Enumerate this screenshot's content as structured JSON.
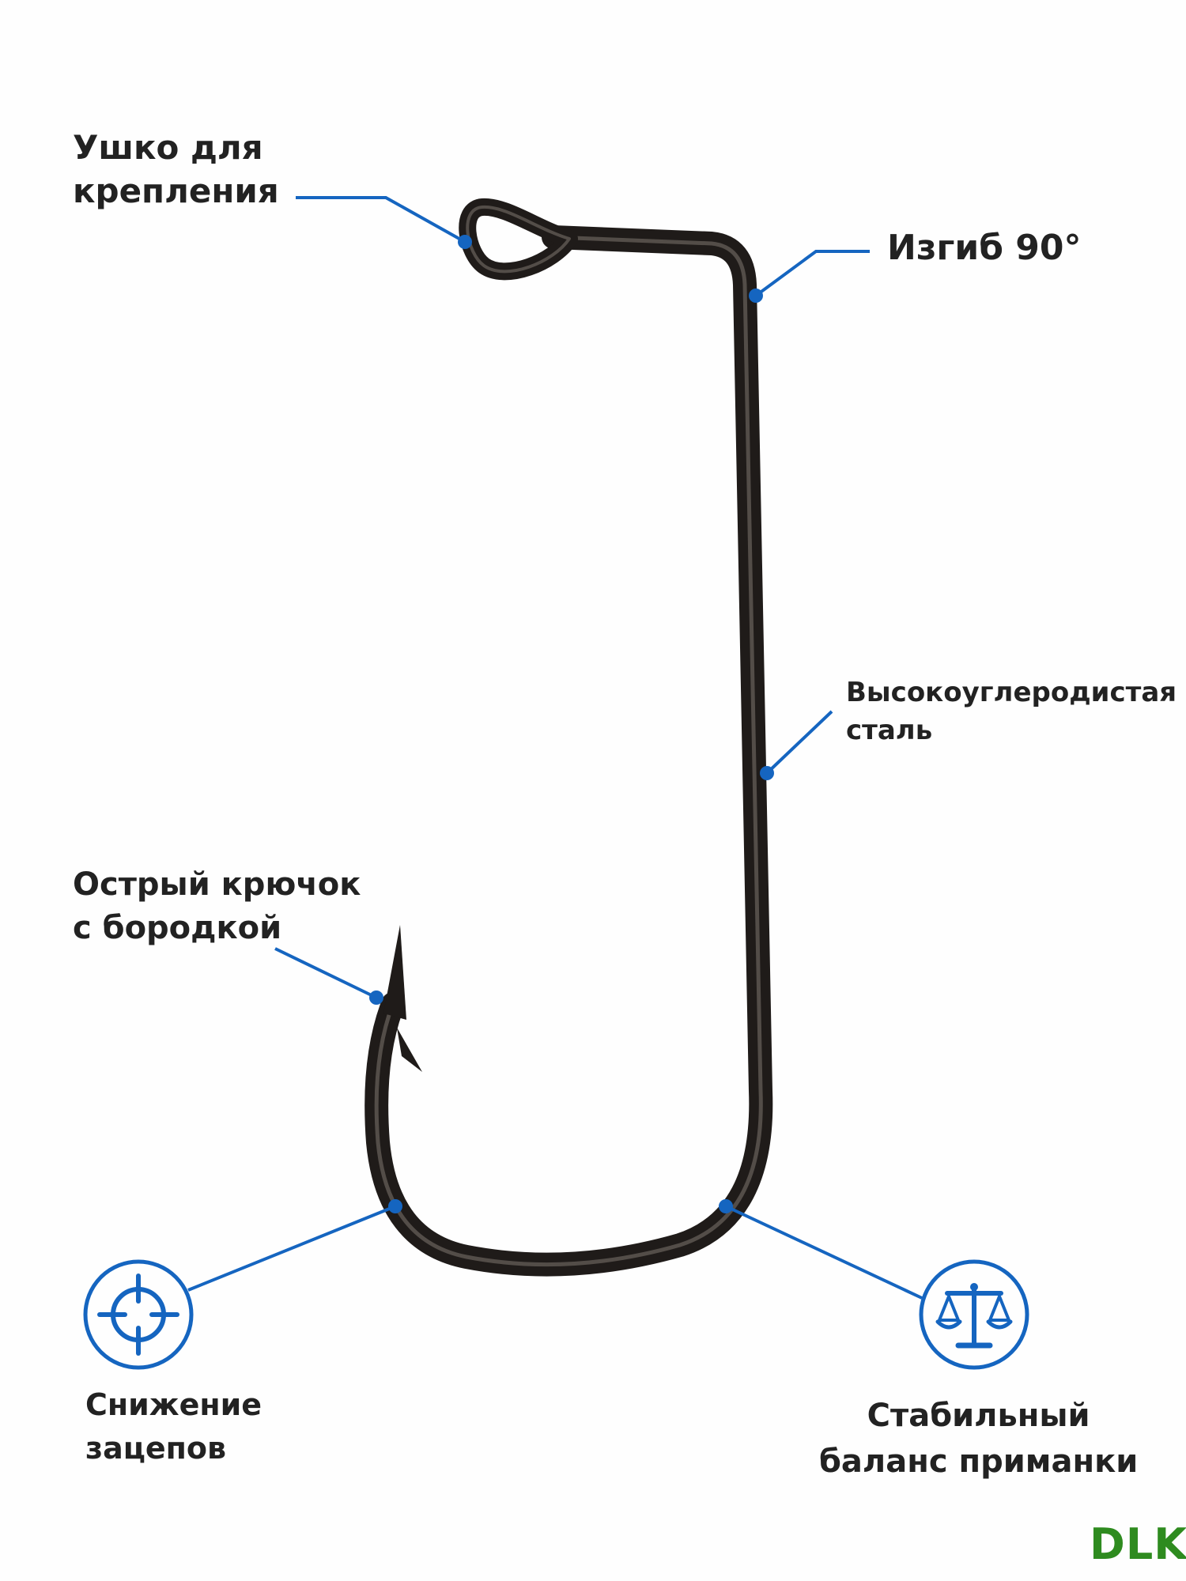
{
  "callouts": {
    "eye": {
      "line1": "Ушко для",
      "line2": "крепления"
    },
    "bend": {
      "text": "Изгиб 90°"
    },
    "steel": {
      "line1": "Высокоуглеродистая",
      "line2": "сталь"
    },
    "point": {
      "line1": "Острый крючок",
      "line2": "с бородкой"
    }
  },
  "features": {
    "snag": {
      "icon": "crosshair-icon",
      "line1": "Снижение",
      "line2": "зацепов"
    },
    "balance": {
      "icon": "scales-icon",
      "line1": "Стабильный",
      "line2": "баланс приманки"
    }
  },
  "brand": {
    "text": "DLK"
  },
  "colors": {
    "accent": "#1565c0",
    "hook": "#2a2624",
    "brand": "#2e8b1f"
  }
}
